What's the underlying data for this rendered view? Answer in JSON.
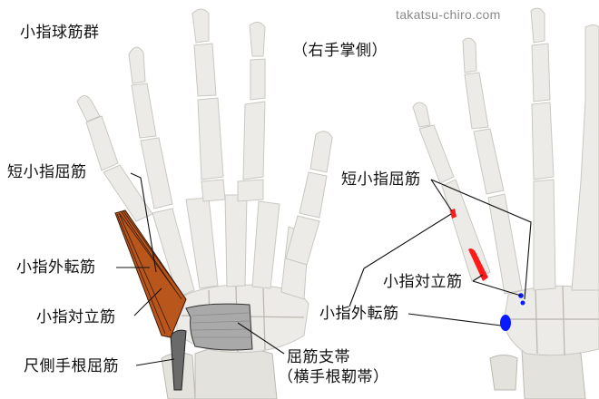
{
  "title": "小指球筋群",
  "subtitle": "（右手掌側）",
  "watermark": "takatsu-chiro.com",
  "left_panel": {
    "labels": [
      {
        "id": "flexor_digiti_minimi_brevis",
        "text": "短小指屈筋"
      },
      {
        "id": "abductor_digiti_minimi",
        "text": "小指外転筋"
      },
      {
        "id": "opponens_digiti_minimi",
        "text": "小指対立筋"
      },
      {
        "id": "flexor_carpi_ulnaris",
        "text": "尺側手根屈筋"
      },
      {
        "id": "flexor_retinaculum",
        "text": "屈筋支帯"
      },
      {
        "id": "flexor_retinaculum_alt",
        "text": "（横手根靭帯）"
      }
    ]
  },
  "right_panel": {
    "labels": [
      {
        "id": "flexor_digiti_minimi_brevis",
        "text": "短小指屈筋"
      },
      {
        "id": "opponens_digiti_minimi",
        "text": "小指対立筋"
      },
      {
        "id": "abductor_digiti_minimi",
        "text": "小指外転筋"
      }
    ],
    "legend_colors": {
      "insertion": "#ff1a1a",
      "origin": "#0a1aff"
    }
  },
  "colors": {
    "muscle": "#b8561c",
    "muscle_stroke": "#3a1a08",
    "retinaculum": "#a9a9a9",
    "tendon": "#6a6a6a",
    "bone": "#ecebe7"
  }
}
